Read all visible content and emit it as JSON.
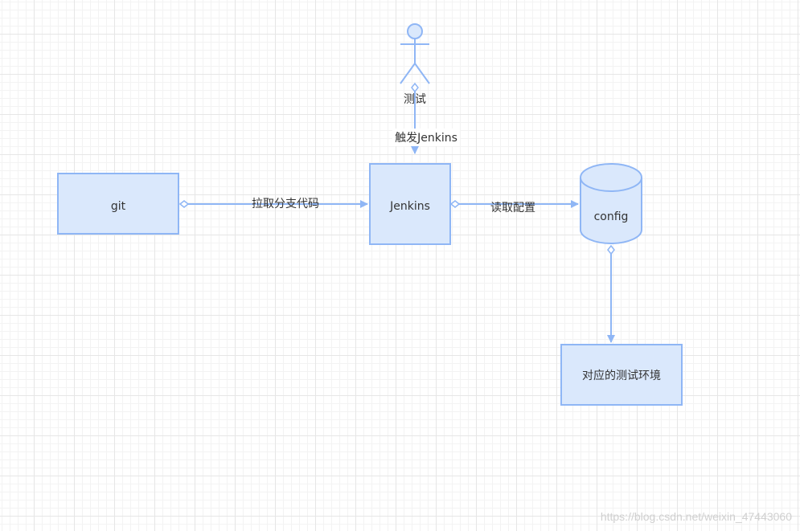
{
  "diagram": {
    "nodes": {
      "actor": {
        "label": "测试"
      },
      "git": {
        "label": "git"
      },
      "jenkins": {
        "label": "Jenkins"
      },
      "config": {
        "label": "config"
      },
      "env": {
        "label": "对应的测试环境"
      }
    },
    "edges": {
      "trigger": {
        "label": "触发Jenkins"
      },
      "pull": {
        "label": "拉取分支代码"
      },
      "read": {
        "label": "读取配置"
      }
    }
  },
  "watermark": "https://blog.csdn.net/weixin_47443060",
  "colors": {
    "fill": "#dae8fc",
    "stroke": "#8fb6f5",
    "text": "#333333"
  }
}
